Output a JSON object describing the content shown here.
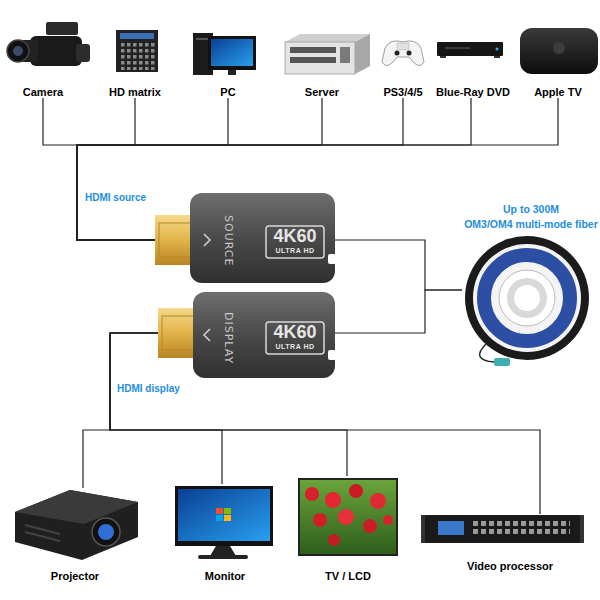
{
  "diagram": {
    "nodes": [
      {
        "text": [
          "Camera"
        ]
      },
      {
        "text": [
          "HD matrix"
        ]
      },
      {
        "text": [
          "PC"
        ]
      },
      {
        "text": [
          "Server"
        ]
      },
      {
        "text": [
          "PS3/4/5"
        ]
      },
      {
        "text": [
          "Blue-Ray DVD"
        ]
      },
      {
        "text": [
          "Apple TV"
        ]
      },
      {
        "text": [
          "SOURCE",
          "4K60",
          "ULTRA HD"
        ]
      },
      {
        "text": [
          "Up to 300M",
          "OM3/OM4 multi-mode fiber"
        ]
      },
      {
        "text": [
          "DISPLAY",
          "4K60",
          "ULTRA HD"
        ]
      },
      {
        "text": [
          "Projector"
        ]
      },
      {
        "text": [
          "Monitor"
        ]
      },
      {
        "text": [
          "TV / LCD"
        ]
      },
      {
        "text": [
          "Video processor"
        ]
      }
    ],
    "edges": [
      {
        "from": 0,
        "to": 7,
        "arrow": "none"
      },
      {
        "from": 1,
        "to": 7,
        "arrow": "none"
      },
      {
        "from": 2,
        "to": 7,
        "arrow": "none"
      },
      {
        "from": 3,
        "to": 7,
        "arrow": "none"
      },
      {
        "from": 4,
        "to": 7,
        "arrow": "none"
      },
      {
        "from": 5,
        "to": 7,
        "arrow": "none"
      },
      {
        "from": 6,
        "to": 7,
        "arrow": "none"
      },
      {
        "from": 7,
        "to": 8,
        "arrow": "none"
      },
      {
        "from": 8,
        "to": 9,
        "arrow": "none"
      },
      {
        "from": 9,
        "to": 10,
        "arrow": "none"
      },
      {
        "from": 9,
        "to": 11,
        "arrow": "none"
      },
      {
        "from": 9,
        "to": 12,
        "arrow": "none"
      },
      {
        "from": 9,
        "to": 13,
        "arrow": "none"
      }
    ],
    "labels": [
      "HDMI source",
      "HDMI display"
    ]
  }
}
